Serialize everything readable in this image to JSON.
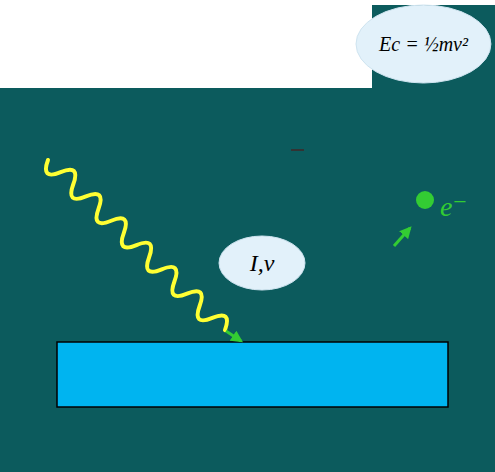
{
  "diagram": {
    "nodes": [
      {
        "text": [
          "Ec = ½mv²"
        ]
      },
      {
        "text": [
          "I,ν"
        ]
      }
    ],
    "labels": [
      "e⁻"
    ]
  }
}
